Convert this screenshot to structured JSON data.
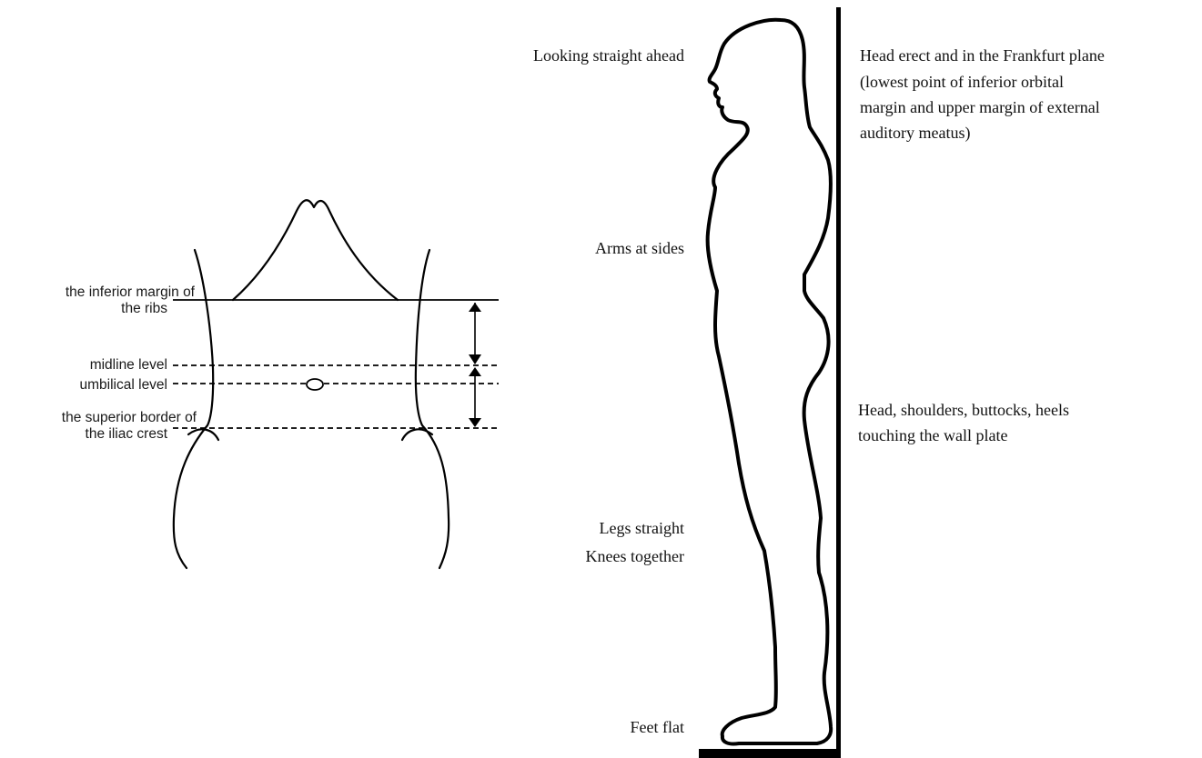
{
  "waist_diagram": {
    "labels": {
      "ribs_line1": "the inferior margin of",
      "ribs_line2": "the ribs",
      "midline": "midline level",
      "umbilical": "umbilical level",
      "iliac_line1": "the superior border of",
      "iliac_line2": "the iliac crest"
    }
  },
  "posture_diagram": {
    "left_labels": {
      "looking": "Looking straight ahead",
      "arms": "Arms at sides",
      "legs": "Legs straight",
      "knees": "Knees together",
      "feet": "Feet flat"
    },
    "right_labels": {
      "head_line1": "Head erect and in the Frankfurt plane",
      "head_line2": "(lowest point of inferior orbital",
      "head_line3": "margin and upper margin of external",
      "head_line4": "auditory meatus)",
      "touch_line1": "Head, shoulders, buttocks, heels",
      "touch_line2": "touching the wall plate"
    }
  }
}
